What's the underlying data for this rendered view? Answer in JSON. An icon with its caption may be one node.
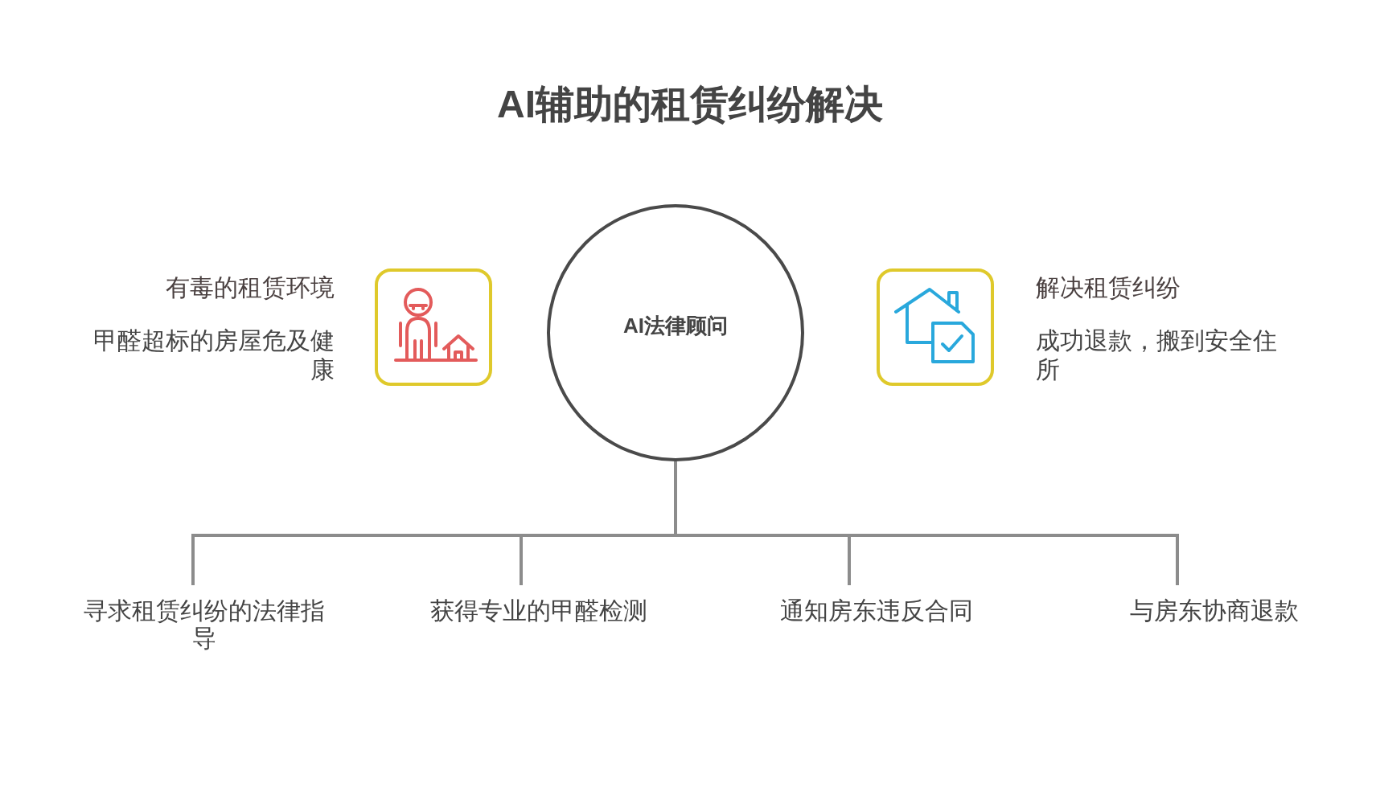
{
  "diagram": {
    "title": "AI辅助的租赁纠纷解决",
    "nodes": [
      {
        "text": [
          "AI法律顾问"
        ]
      },
      {
        "text": [],
        "shape": "picture",
        "beside": [
          "有毒的租赁环境",
          "甲醛超标的房屋危及健康"
        ]
      },
      {
        "text": [],
        "shape": "picture",
        "beside": [
          "解决租赁纠纷",
          "成功退款，搬到安全住所"
        ]
      },
      {
        "text": [
          "寻求租赁纠纷的法律指导"
        ]
      },
      {
        "text": [
          "获得专业的甲醛检测"
        ]
      },
      {
        "text": [
          "通知房东违反合同"
        ]
      },
      {
        "text": [
          "与房东协商退款"
        ]
      }
    ],
    "edges": [
      {
        "from": 0,
        "to": 3,
        "arrow": "none"
      },
      {
        "from": 0,
        "to": 4,
        "arrow": "none"
      },
      {
        "from": 0,
        "to": 5,
        "arrow": "none"
      },
      {
        "from": 0,
        "to": 6,
        "arrow": "none"
      }
    ]
  }
}
